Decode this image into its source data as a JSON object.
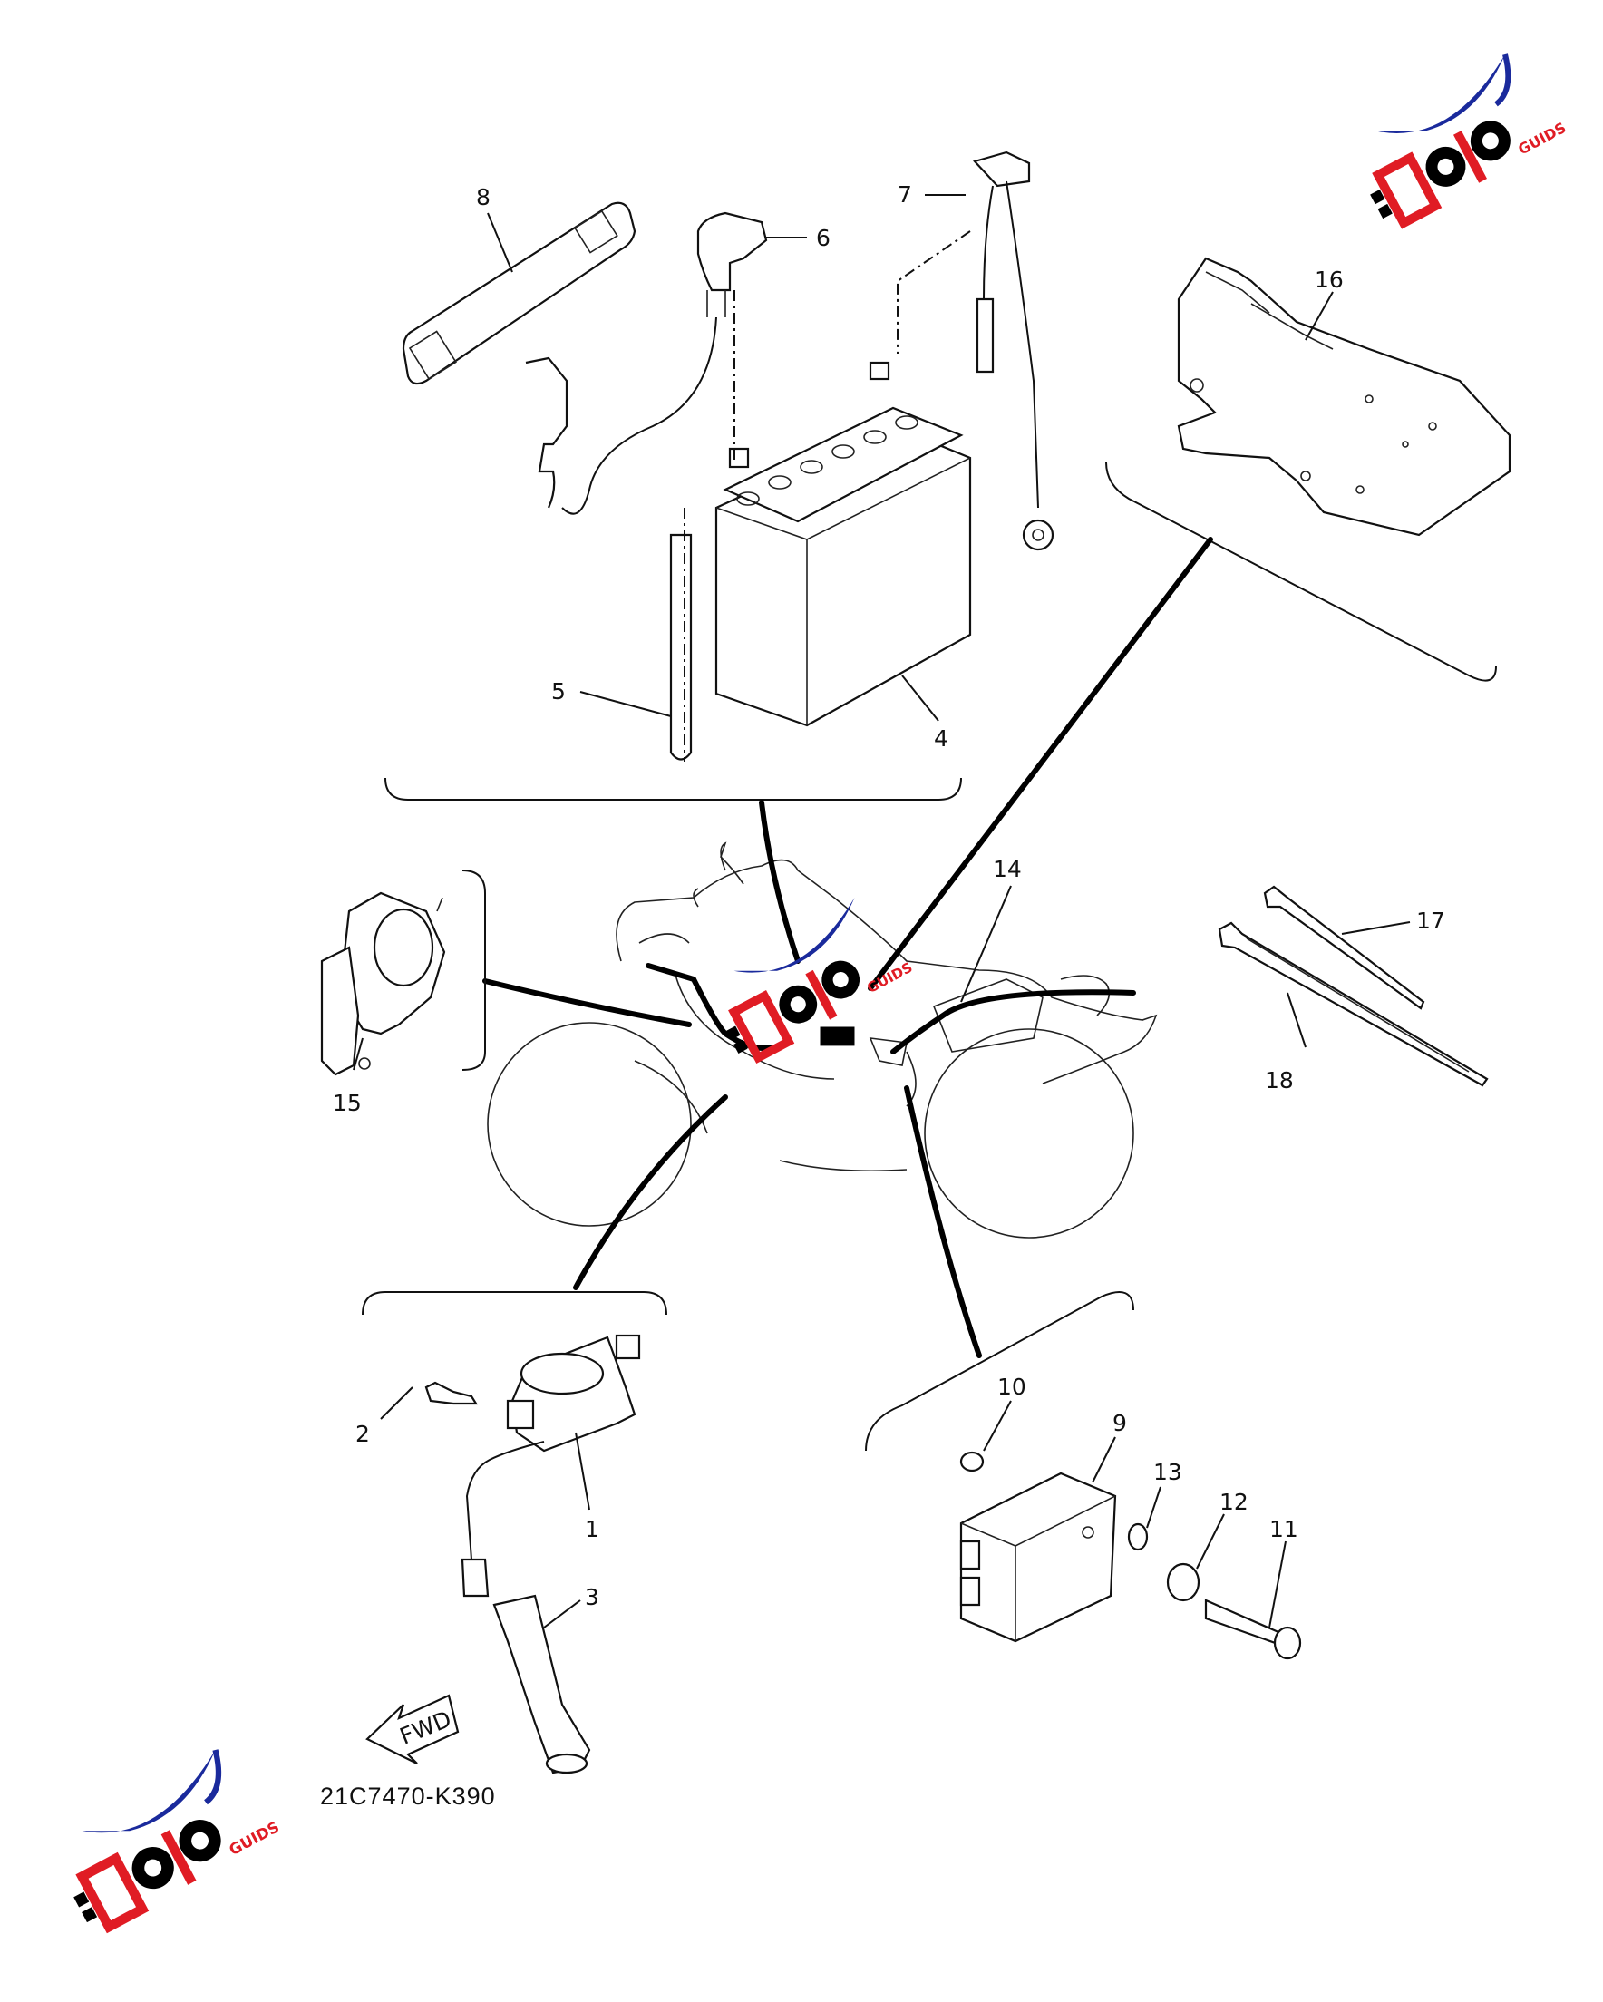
{
  "diagram": {
    "part_code": "21C7470-K390",
    "fwd_label": "FWD",
    "callouts": [
      "1",
      "2",
      "3",
      "4",
      "5",
      "6",
      "7",
      "8",
      "9",
      "10",
      "11",
      "12",
      "13",
      "14",
      "15",
      "16",
      "17",
      "18"
    ]
  },
  "watermark": {
    "brand_text": "MOTO GUIDS",
    "colors": {
      "blue": "#1a2a9c",
      "red": "#e01c24",
      "black": "#000000"
    }
  },
  "colors": {
    "ink": "#111111",
    "background": "#ffffff"
  }
}
